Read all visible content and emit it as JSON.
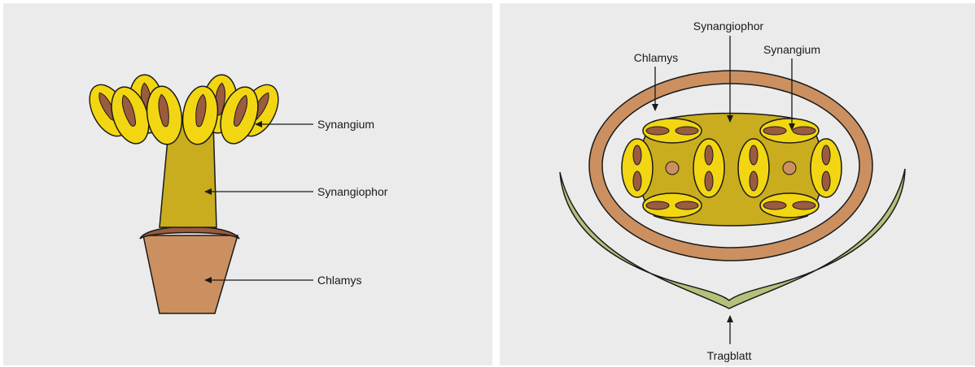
{
  "left_panel": {
    "labels": {
      "synangium": "Synangium",
      "synangiophor": "Synangiophor",
      "chlamys": "Chlamys"
    }
  },
  "right_panel": {
    "labels": {
      "synangiophor": "Synangiophor",
      "chlamys": "Chlamys",
      "synangium": "Synangium",
      "tragblatt": "Tragblatt"
    }
  },
  "colors": {
    "background": "#ebebeb",
    "synangium_yellow": "#f2d612",
    "stalk_olive": "#c9ad1e",
    "chlamys_brown": "#cc9060",
    "spore_brown": "#9a5b3f",
    "bract_green": "#b3c27a",
    "outline": "#1a1a1a"
  }
}
